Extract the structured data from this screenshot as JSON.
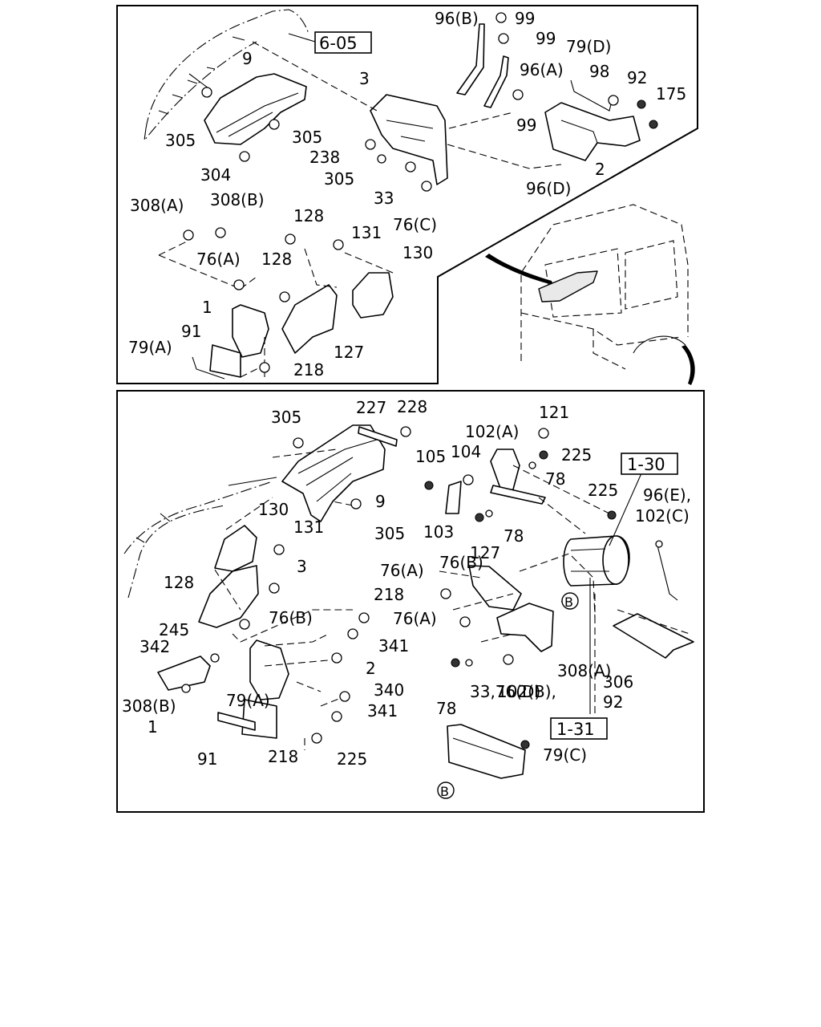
{
  "top_panel": {
    "ref_box": "6-05",
    "labels": [
      "96(B)",
      "99",
      "99",
      "79(D)",
      "96(A)",
      "98",
      "92",
      "175",
      "9",
      "3",
      "305",
      "305",
      "238",
      "305",
      "304",
      "99",
      "2",
      "96(D)",
      "33",
      "76(C)",
      "308(A)",
      "308(B)",
      "128",
      "131",
      "130",
      "76(A)",
      "128",
      "1",
      "91",
      "79(A)",
      "127",
      "218"
    ]
  },
  "bottom_panel": {
    "ref_boxes": [
      "1-30",
      "1-31"
    ],
    "circle_marks": [
      "B",
      "B"
    ],
    "labels": [
      "305",
      "227",
      "228",
      "121",
      "102(A)",
      "105",
      "104",
      "225",
      "78",
      "9",
      "305",
      "103",
      "78",
      "225",
      "96(E),",
      "102(C)",
      "130",
      "131",
      "127",
      "128",
      "3",
      "76(B)",
      "76(A)",
      "218",
      "76(B)",
      "76(A)",
      "341",
      "245",
      "342",
      "2",
      "308(A)",
      "340",
      "308(B)",
      "341",
      "1",
      "79(A)",
      "91",
      "218",
      "225",
      "78",
      "33,76(D)",
      "102(B),",
      "306",
      "92",
      "79(C)"
    ]
  }
}
